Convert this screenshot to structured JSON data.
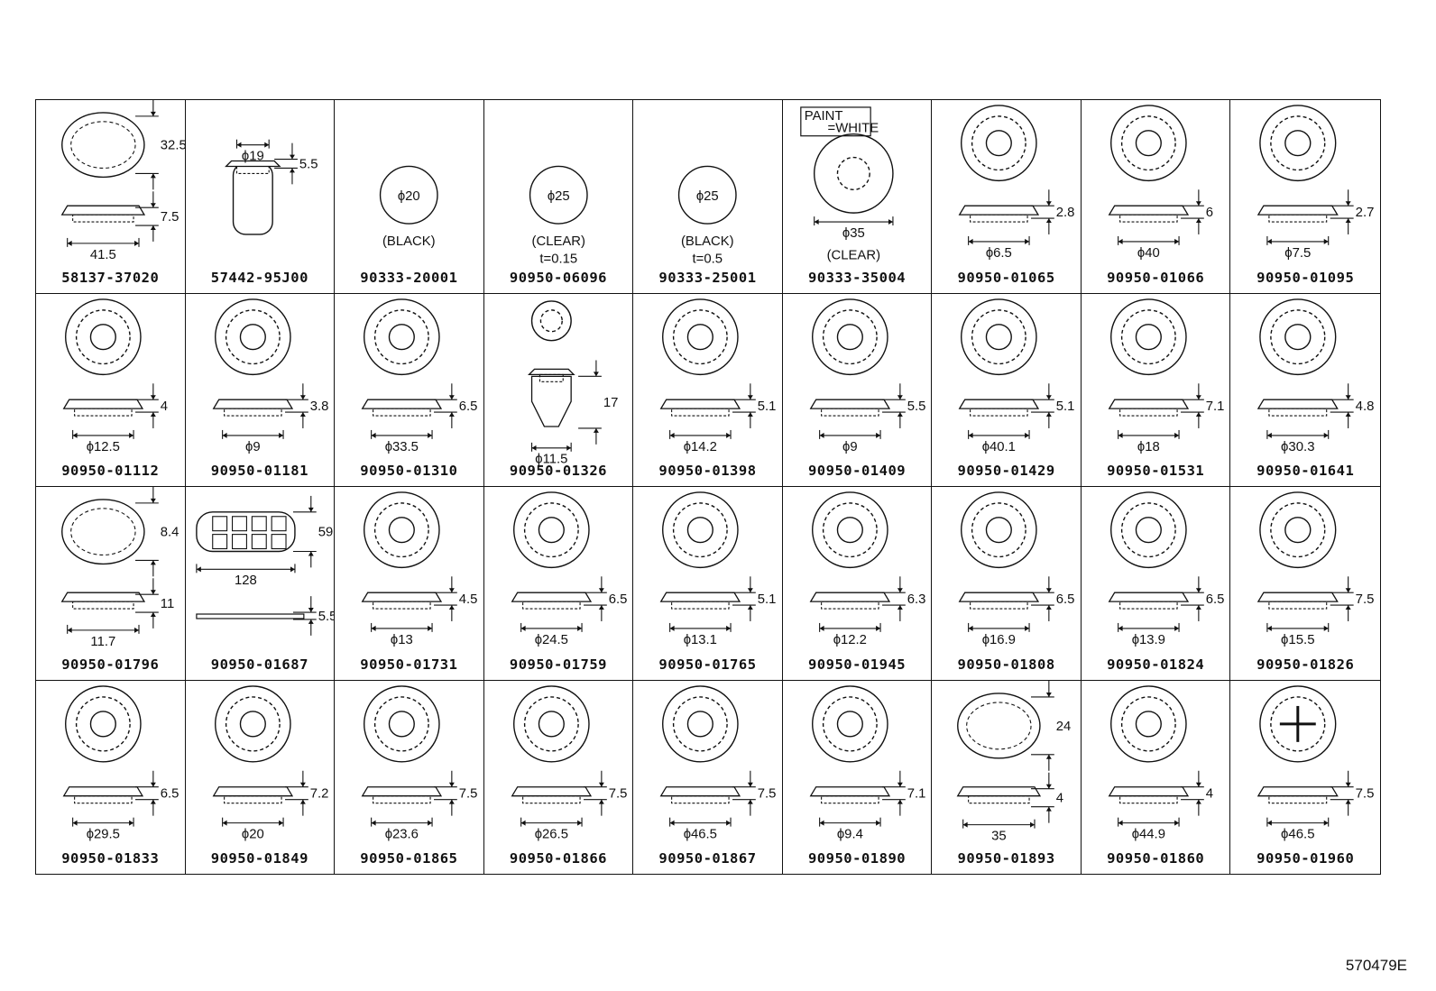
{
  "reference": "570479E",
  "parts": [
    {
      "part_no": "58137-37020",
      "shape": "oval",
      "dims": [
        "32.5",
        "7.5",
        "41.5"
      ]
    },
    {
      "part_no": "57442-95J00",
      "shape": "clip",
      "dims": [
        "ϕ19",
        "5.5"
      ]
    },
    {
      "part_no": "90333-20001",
      "shape": "disc",
      "dims": [
        "ϕ20"
      ],
      "notes": [
        "(BLACK)"
      ]
    },
    {
      "part_no": "90950-06096",
      "shape": "disc",
      "dims": [
        "ϕ25"
      ],
      "notes": [
        "(CLEAR)",
        "t=0.15"
      ]
    },
    {
      "part_no": "90333-25001",
      "shape": "disc",
      "dims": [
        "ϕ25"
      ],
      "notes": [
        "(BLACK)",
        "t=0.5"
      ]
    },
    {
      "part_no": "90333-35004",
      "shape": "paint",
      "dims": [
        "ϕ35"
      ],
      "notes": [
        "(CLEAR)"
      ],
      "callout": [
        "PAINT",
        "=WHITE"
      ]
    },
    {
      "part_no": "90950-01065",
      "shape": "round",
      "dims": [
        "2.8",
        "ϕ6.5"
      ]
    },
    {
      "part_no": "90950-01066",
      "shape": "round",
      "dims": [
        "6",
        "ϕ40"
      ]
    },
    {
      "part_no": "90950-01095",
      "shape": "round",
      "dims": [
        "2.7",
        "ϕ7.5"
      ]
    },
    {
      "part_no": "90950-01112",
      "shape": "round",
      "dims": [
        "4",
        "ϕ12.5"
      ]
    },
    {
      "part_no": "90950-01181",
      "shape": "round",
      "dims": [
        "3.8",
        "ϕ9"
      ]
    },
    {
      "part_no": "90950-01310",
      "shape": "round",
      "dims": [
        "6.5",
        "ϕ33.5"
      ]
    },
    {
      "part_no": "90950-01326",
      "shape": "tall",
      "dims": [
        "17",
        "ϕ11.5"
      ]
    },
    {
      "part_no": "90950-01398",
      "shape": "round",
      "dims": [
        "5.1",
        "ϕ14.2"
      ]
    },
    {
      "part_no": "90950-01409",
      "shape": "round",
      "dims": [
        "5.5",
        "ϕ9"
      ]
    },
    {
      "part_no": "90950-01429",
      "shape": "round",
      "dims": [
        "5.1",
        "ϕ40.1"
      ]
    },
    {
      "part_no": "90950-01531",
      "shape": "round",
      "dims": [
        "7.1",
        "ϕ18"
      ]
    },
    {
      "part_no": "90950-01641",
      "shape": "round",
      "dims": [
        "4.8",
        "ϕ30.3"
      ]
    },
    {
      "part_no": "90950-01796",
      "shape": "ovalclip",
      "dims": [
        "8.4",
        "11",
        "11.7"
      ]
    },
    {
      "part_no": "90950-01687",
      "shape": "rect",
      "dims": [
        "59",
        "128",
        "5.5"
      ]
    },
    {
      "part_no": "90950-01731",
      "shape": "round",
      "dims": [
        "4.5",
        "ϕ13"
      ]
    },
    {
      "part_no": "90950-01759",
      "shape": "round",
      "dims": [
        "6.5",
        "ϕ24.5"
      ]
    },
    {
      "part_no": "90950-01765",
      "shape": "round",
      "dims": [
        "5.1",
        "ϕ13.1"
      ]
    },
    {
      "part_no": "90950-01945",
      "shape": "round",
      "dims": [
        "6.3",
        "ϕ12.2"
      ]
    },
    {
      "part_no": "90950-01808",
      "shape": "round",
      "dims": [
        "6.5",
        "ϕ16.9"
      ]
    },
    {
      "part_no": "90950-01824",
      "shape": "round",
      "dims": [
        "6.5",
        "ϕ13.9"
      ]
    },
    {
      "part_no": "90950-01826",
      "shape": "round",
      "dims": [
        "7.5",
        "ϕ15.5"
      ]
    },
    {
      "part_no": "90950-01833",
      "shape": "round",
      "dims": [
        "6.5",
        "ϕ29.5"
      ]
    },
    {
      "part_no": "90950-01849",
      "shape": "round",
      "dims": [
        "7.2",
        "ϕ20"
      ]
    },
    {
      "part_no": "90950-01865",
      "shape": "round",
      "dims": [
        "7.5",
        "ϕ23.6"
      ]
    },
    {
      "part_no": "90950-01866",
      "shape": "round",
      "dims": [
        "7.5",
        "ϕ26.5"
      ]
    },
    {
      "part_no": "90950-01867",
      "shape": "round",
      "dims": [
        "7.5",
        "ϕ46.5"
      ]
    },
    {
      "part_no": "90950-01890",
      "shape": "round",
      "dims": [
        "7.1",
        "ϕ9.4"
      ]
    },
    {
      "part_no": "90950-01893",
      "shape": "oval",
      "dims": [
        "24",
        "4",
        "35"
      ]
    },
    {
      "part_no": "90950-01860",
      "shape": "round",
      "dims": [
        "4",
        "ϕ44.9"
      ]
    },
    {
      "part_no": "90950-01960",
      "shape": "cross",
      "dims": [
        "7.5",
        "ϕ46.5"
      ]
    }
  ]
}
